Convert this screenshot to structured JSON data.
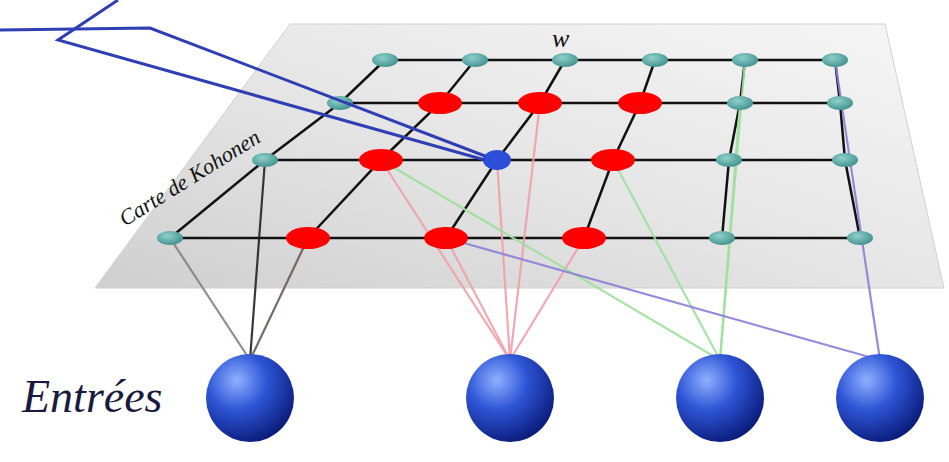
{
  "diagram": {
    "labels": [
      "w",
      "Carte de Kohonen",
      "Entrées"
    ]
  }
}
